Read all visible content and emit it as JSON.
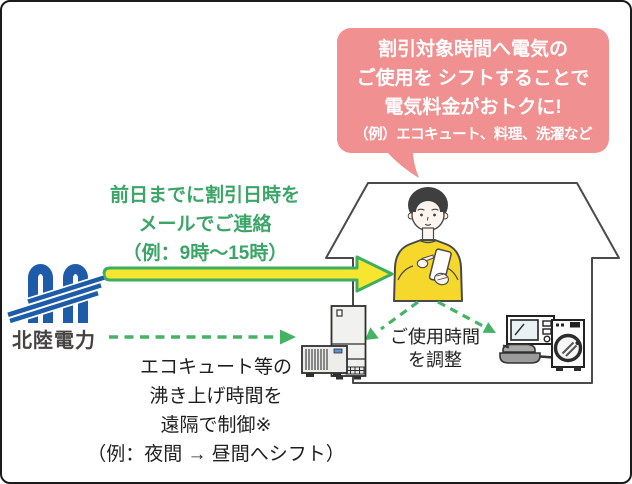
{
  "colors": {
    "bubble_pink": "#F09090",
    "text_green": "#3BA567",
    "arrow_green": "#44B364",
    "arrow_yellow": "#F7E52F",
    "sweater_yellow": "#F5D82B",
    "logo_blue": "#1E5BA8",
    "outline_gray": "#4A4A4A",
    "text_dark": "#1F1F1F",
    "bubble_text": "#FFFFFF"
  },
  "bubble": {
    "lines": [
      "割引対象時間へ電気の",
      "ご使用を シフトすることで",
      "電気料金がおトクに!"
    ],
    "example": "（例）エコキュート、料理、洗濯など"
  },
  "email_notice": {
    "lines": [
      "前日までに割引日時を",
      "メールでご連絡",
      "（例：9時～15時）"
    ]
  },
  "logo": {
    "company": "北陸電力"
  },
  "remote_control": {
    "lines": [
      "エコキュート等の",
      "沸き上げ時間を",
      "遠隔で制御※",
      "（例：夜間 → 昼間へシフト）"
    ]
  },
  "usage_adjust": {
    "lines": [
      "ご使用時間",
      "を調整"
    ]
  },
  "icons": {
    "logo_mark": "hokuriku-double-loop-with-stripes",
    "house": "house-outline",
    "person": "person-holding-smartphone",
    "ecocute": "water-heater-tank-and-heat-pump",
    "microwave": "microwave-oven",
    "pan": "frying-pan-with-lid",
    "washer": "front-load-washing-machine",
    "solid_arrow": "yellow-right-arrow",
    "dashed_arrow": "green-dashed-right-arrow"
  }
}
